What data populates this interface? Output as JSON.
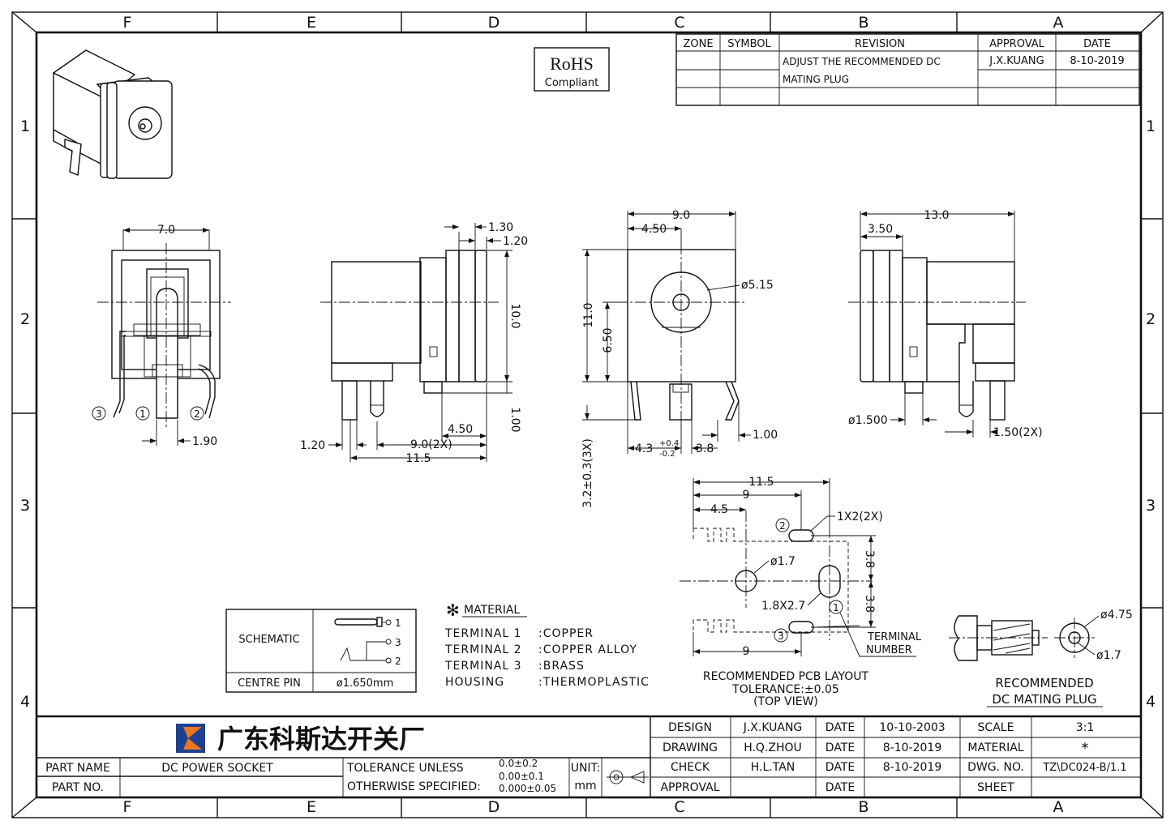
{
  "zones": {
    "columns": [
      "F",
      "E",
      "D",
      "C",
      "B",
      "A"
    ],
    "rows": [
      "1",
      "2",
      "3",
      "4"
    ]
  },
  "compliance": {
    "line1": "RoHS",
    "line2": "Compliant"
  },
  "revision_table": {
    "headers": [
      "ZONE",
      "SYMBOL",
      "REVISION",
      "APPROVAL",
      "DATE"
    ],
    "rows": [
      {
        "revision_line1": "ADJUST THE RECOMMENDED DC",
        "revision_line2": "MATING PLUG",
        "approval": "J.X.KUANG",
        "date": "8-10-2019"
      }
    ]
  },
  "dims": {
    "front_width": "7.0",
    "front_pin": "1.90",
    "side_130": "1.30",
    "side_120_top": "1.20",
    "side_height": "10.0",
    "side_pin_len": "1.00",
    "side_450": "4.50",
    "side_120_bot": "1.20",
    "side_pitch": "9.0(2X)",
    "side_total": "11.5",
    "rear_width": "9.0",
    "rear_450": "4.50",
    "rear_dia": "ø5.15",
    "rear_height": "11.0",
    "rear_center": "6.50",
    "rear_pin_len": "3.2±0.3(3X)",
    "rear_offset_main": "4.3",
    "rear_offset_sup": "+0.4",
    "rear_offset_sub": "-0.2",
    "rear_38": "3.8",
    "rear_100": "1.00",
    "right_len": "13.0",
    "right_350": "3.50",
    "right_dia": "ø1.500",
    "right_pin": "1.50(2X)"
  },
  "pcb_layout": {
    "d_115": "11.5",
    "d_9_top": "9",
    "d_45": "4.5",
    "d_slot_top": "1X2(2X)",
    "d_hole": "ø1.7",
    "d_slot_mid": "1.8X2.7",
    "d_38_a": "3.8",
    "d_38_b": "3.8",
    "d_9_bot": "9",
    "terminal_label_1": "TERMINAL",
    "terminal_label_2": "NUMBER",
    "n1": "1",
    "n2": "2",
    "n3": "3",
    "caption_1": "RECOMMENDED PCB LAYOUT",
    "caption_2": "TOLERANCE:±0.05",
    "caption_3": "(TOP VIEW)"
  },
  "mating_plug": {
    "d_outer": "ø4.75",
    "d_inner": "ø1.7",
    "caption_1": "RECOMMENDED",
    "caption_2": "DC MATING PLUG"
  },
  "schematic_box": {
    "label": "SCHEMATIC",
    "pins": [
      "1",
      "3",
      "2"
    ],
    "centre_label": "CENTRE PIN",
    "centre_value": "ø1.650mm"
  },
  "material": {
    "title": "MATERIAL",
    "items": [
      {
        "name": "TERMINAL  1",
        "value": ":COPPER"
      },
      {
        "name": "TERMINAL  2",
        "value": ":COPPER  ALLOY"
      },
      {
        "name": "TERMINAL  3",
        "value": ":BRASS"
      },
      {
        "name": "HOUSING",
        "value": ":THERMOPLASTIC"
      }
    ]
  },
  "title_block": {
    "company": "广东科斯达开关厂",
    "part_name_label": "PART NAME",
    "part_name": "DC POWER SOCKET",
    "part_no_label": "PART NO.",
    "part_no": "",
    "tolerance_1": "TOLERANCE  UNLESS",
    "tolerance_2": "OTHERWISE  SPECIFIED:",
    "tol_values": [
      "0.0±0.2",
      "0.00±0.1",
      "0.000±0.05"
    ],
    "unit_label": "UNIT:",
    "unit_value": "mm",
    "design_label": "DESIGN",
    "design_by": "J.X.KUANG",
    "design_date_label": "DATE",
    "design_date": "10-10-2003",
    "drawing_label": "DRAWING",
    "drawing_by": "H.Q.ZHOU",
    "drawing_date_label": "DATE",
    "drawing_date": "8-10-2019",
    "check_label": "CHECK",
    "check_by": "H.L.TAN",
    "check_date_label": "DATE",
    "check_date": "8-10-2019",
    "approval_label": "APPROVAL",
    "approval_by": "",
    "approval_date_label": "DATE",
    "approval_date": "",
    "scale_label": "SCALE",
    "scale": "3:1",
    "material_label": "MATERIAL",
    "material": "*",
    "dwg_label": "DWG. NO.",
    "dwg_no": "TZ\\DC024-B/1.1",
    "sheet_label": "SHEET",
    "sheet": ""
  }
}
